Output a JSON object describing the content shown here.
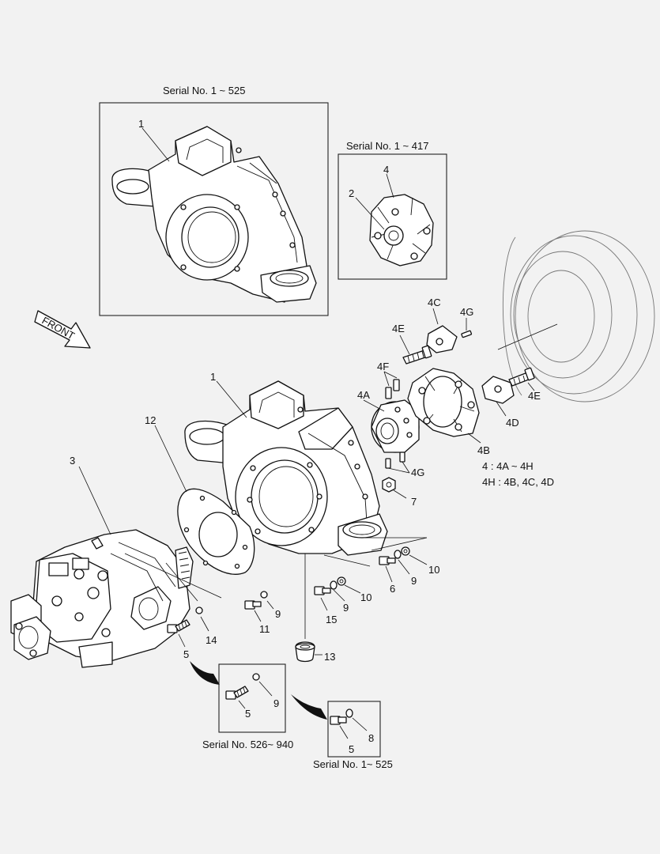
{
  "serial_labels": {
    "top_housing": "Serial No. 1 ~  525",
    "coupling_box": "Serial No. 1 ~  417",
    "bolt_box_left": "Serial No. 526~ 940",
    "bolt_box_right": "Serial No. 1~ 525"
  },
  "front_arrow": "FRONT",
  "kit_note": [
    "4 : 4A ~ 4H",
    "4H : 4B, 4C, 4D"
  ],
  "callouts": {
    "c1_top": "1",
    "c1_main": "1",
    "c2": "2",
    "c3": "3",
    "c4": "4",
    "c4A": "4A",
    "c4B": "4B",
    "c4C": "4C",
    "c4D": "4D",
    "c4E_top": "4E",
    "c4E_right": "4E",
    "c4F": "4F",
    "c4G_top": "4G",
    "c4G_bottom": "4G",
    "c5_main": "5",
    "c5_box_left": "5",
    "c5_box_right": "5",
    "c6": "6",
    "c7": "7",
    "c8": "8",
    "c9_a": "9",
    "c9_b": "9",
    "c9_c": "9",
    "c9_box": "9",
    "c10_a": "10",
    "c10_b": "10",
    "c11": "11",
    "c12": "12",
    "c13": "13",
    "c14": "14",
    "c15": "15"
  }
}
